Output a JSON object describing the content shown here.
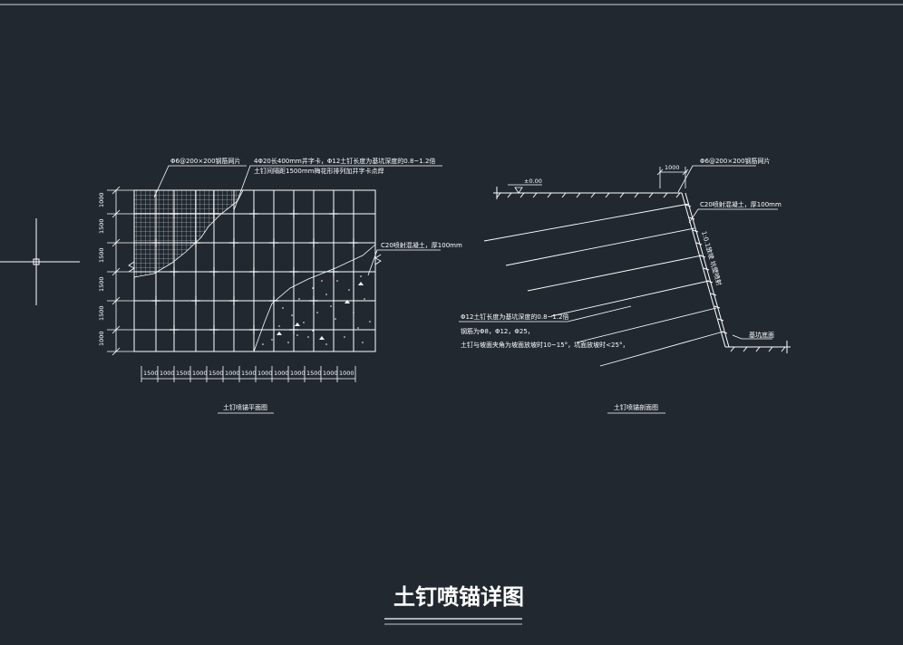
{
  "drawing_title": "土钉喷锚详图",
  "plan_view": {
    "caption": "土钉喷锚平面图",
    "notes": {
      "mesh": "Φ6@200×200钢筋网片",
      "bars": "4Φ20长400mm井字卡，Φ12土钉长度为基坑深度的0.8~1.2倍",
      "spacing": "土钉间隔距1500mm梅花形排列加井字卡点焊",
      "concrete": "C20喷射混凝土，厚100mm"
    },
    "horizontal_dims": [
      "1500",
      "1000",
      "1500",
      "1000",
      "1500",
      "1000",
      "1500",
      "1000",
      "1000",
      "1000",
      "1500",
      "1000",
      "1000"
    ],
    "vertical_dims": [
      "1000",
      "1500",
      "1500",
      "1500",
      "1500",
      "1000"
    ]
  },
  "section_view": {
    "caption": "土钉喷锚剖面图",
    "top_dim": "1000",
    "elevation": "±0.00",
    "slope_label": "1:0.1放坡  坑壁喷射",
    "notes": {
      "mesh": "Φ6@200×200钢筋网片",
      "concrete": "C20喷射混凝土，厚100mm",
      "nail_length": "Φ12土钉长度为基坑深度的0.8~1.2倍",
      "diameters": "钢筋为Φ8，Φ12，Φ25，",
      "angle": "土钉与坡面夹角为坡面放坡时10~15°，坑面放坡时<25°，"
    },
    "bottom_label": "基坑底面"
  }
}
